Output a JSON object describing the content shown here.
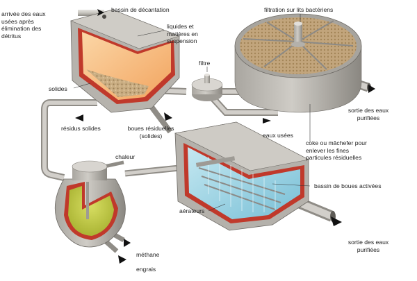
{
  "labels": {
    "arrivee": "arrivée des eaux\nusées après\nélimination des\ndétritus",
    "bassin_decantation": "bassin de décantation",
    "liquides": "liquides et\nmatières en\nsuspension",
    "filtration": "filtration sur lits bactériens",
    "filtre": "filtre",
    "solides": "solides",
    "residus": "résidus solides",
    "boues_residuelles": "boues résiduelles\n(solides)",
    "eaux_usees": "eaux usées",
    "sortie_top": "sortie des eaux\npurifiées",
    "coke": "coke ou mâchefer pour\nenlever les fines\nparticules résiduelles",
    "chaleur": "chaleur",
    "bassin_boues": "bassin de boues activées",
    "aerateurs": "aérateurs",
    "sortie_bottom": "sortie des eaux\npurifiées",
    "methane": "méthane",
    "engrais": "engrais"
  },
  "colors": {
    "tank_gray": "#b9b6b0",
    "tank_dark": "#8e8b85",
    "inner_red": "#c0392b",
    "liquid_orange": "#f7b77a",
    "sludge_yellow": "#b7c23c",
    "water_blue": "#9fd3e3",
    "gravel": "#c2a57c",
    "arrow": "#111111"
  }
}
